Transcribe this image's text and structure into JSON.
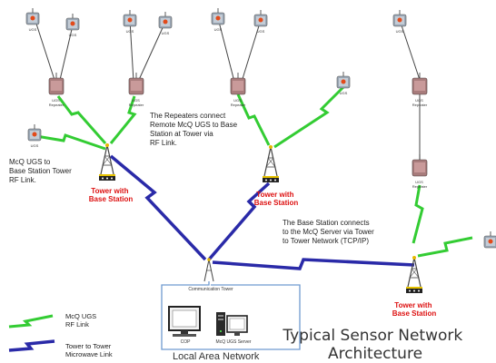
{
  "title": {
    "line1": "Typical Sensor Network",
    "line2": "Architecture"
  },
  "callouts": {
    "repeaters": [
      "The Repeaters connect",
      "Remote McQ UGS to Base",
      "Station at Tower via",
      "RF Link."
    ],
    "ugs_tower": [
      "McQ UGS to",
      "Base Station Tower",
      "RF Link."
    ],
    "base_station": [
      "The Base Station connects",
      "to the McQ Server via Tower",
      "to Tower Network (TCP/IP)"
    ]
  },
  "tower_with_base_station": [
    "Tower with",
    "Base Station"
  ],
  "communication_tower": "Communication Tower",
  "local_area_network": "Local Area Network",
  "cop": "COP",
  "mcq_ugs_server": "McQ UGS Server",
  "ugs": "UGS",
  "ugs_repeater": [
    "UGS",
    "Repeater"
  ],
  "legend": {
    "rf_link": [
      "McQ UGS",
      "RF Link"
    ],
    "microwave_link": [
      "Tower to Tower",
      "Microwave Link"
    ]
  },
  "colors": {
    "rf_link": "#33cc33",
    "microwave_link": "#2a2aa8",
    "lan": "#6f9ad0",
    "tower_label": "#dd1111"
  }
}
